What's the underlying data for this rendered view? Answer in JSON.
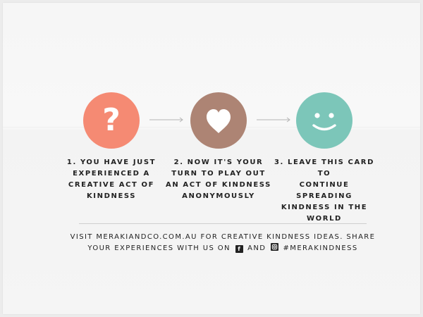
{
  "steps": [
    {
      "icon": "question-mark-icon",
      "color": "#f58a73",
      "glyph": "?",
      "lines": [
        "1. YOU HAVE JUST",
        "EXPERIENCED A",
        "CREATIVE ACT OF",
        "KINDNESS"
      ]
    },
    {
      "icon": "heart-icon",
      "color": "#ad8474",
      "lines": [
        "2. NOW IT'S YOUR",
        "TURN TO PLAY OUT",
        "AN ACT OF KINDNESS",
        "ANONYMOUSLY"
      ]
    },
    {
      "icon": "smiley-face-icon",
      "color": "#7cc6b9",
      "lines": [
        "3. LEAVE THIS CARD TO",
        "CONTINUE SPREADING",
        "KINDNESS IN THE",
        "WORLD"
      ]
    }
  ],
  "footer": {
    "line1": "VISIT MERAKIANDCO.COM.AU FOR CREATIVE KINDNESS IDEAS. SHARE",
    "line2_prefix": "YOUR EXPERIENCES WITH US ON",
    "line2_and": "AND",
    "line2_hashtag": "#MERAKINDNESS",
    "facebook_glyph": "f",
    "instagram_icon": "instagram-icon",
    "facebook_icon": "facebook-icon"
  },
  "colors": {
    "text": "#222222",
    "arrow": "#b5b5b5",
    "divider": "#cfcfcf"
  }
}
